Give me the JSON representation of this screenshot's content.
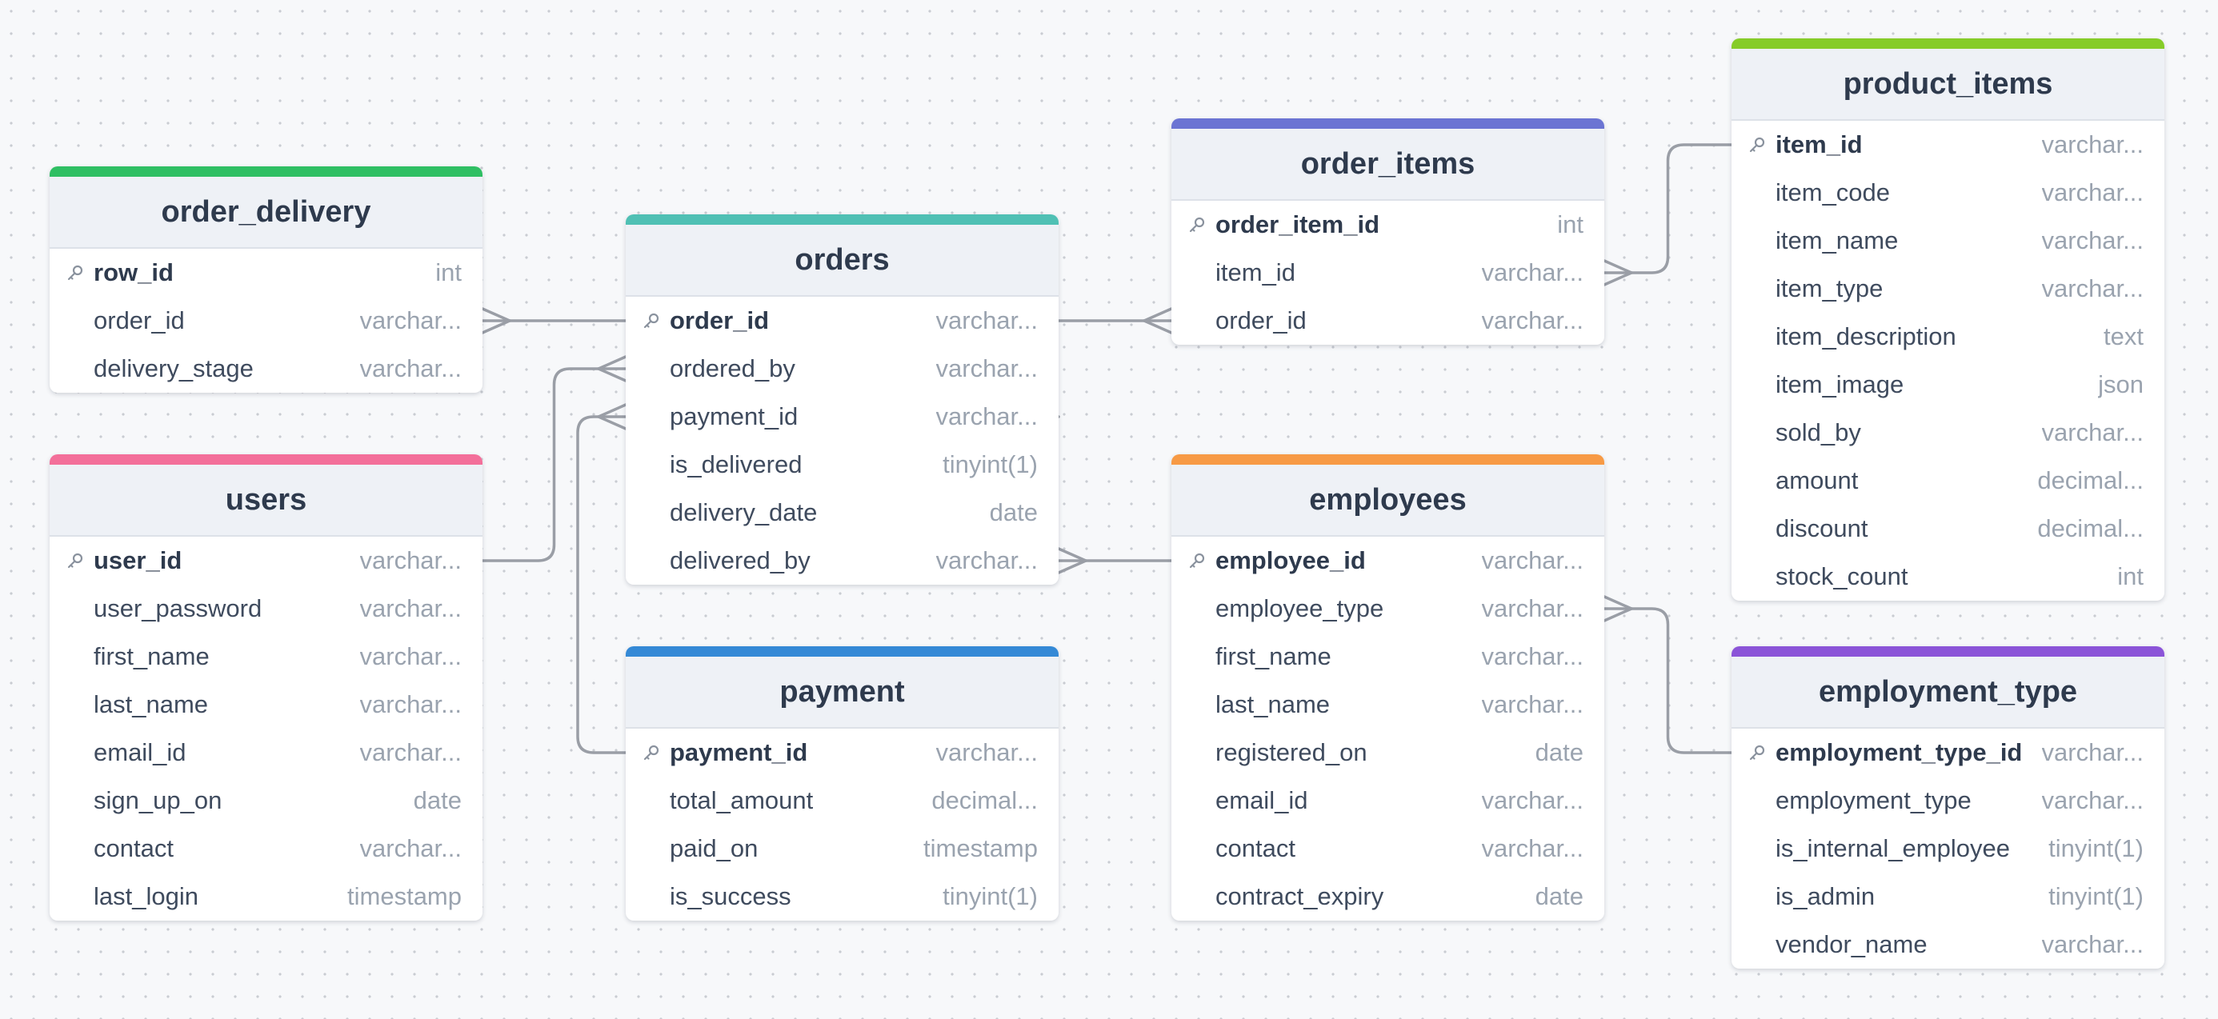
{
  "tables": [
    {
      "id": "order_delivery",
      "name": "order_delivery",
      "color": "#2fbf63",
      "columns": [
        {
          "name": "row_id",
          "type": "int",
          "pk": true
        },
        {
          "name": "order_id",
          "type": "varchar..."
        },
        {
          "name": "delivery_stage",
          "type": "varchar..."
        }
      ]
    },
    {
      "id": "users",
      "name": "users",
      "color": "#f36f9a",
      "columns": [
        {
          "name": "user_id",
          "type": "varchar...",
          "pk": true
        },
        {
          "name": "user_password",
          "type": "varchar..."
        },
        {
          "name": "first_name",
          "type": "varchar..."
        },
        {
          "name": "last_name",
          "type": "varchar..."
        },
        {
          "name": "email_id",
          "type": "varchar..."
        },
        {
          "name": "sign_up_on",
          "type": "date"
        },
        {
          "name": "contact",
          "type": "varchar..."
        },
        {
          "name": "last_login",
          "type": "timestamp"
        }
      ]
    },
    {
      "id": "orders",
      "name": "orders",
      "color": "#4fc0b4",
      "columns": [
        {
          "name": "order_id",
          "type": "varchar...",
          "pk": true
        },
        {
          "name": "ordered_by",
          "type": "varchar..."
        },
        {
          "name": "payment_id",
          "type": "varchar..."
        },
        {
          "name": "is_delivered",
          "type": "tinyint(1)"
        },
        {
          "name": "delivery_date",
          "type": "date"
        },
        {
          "name": "delivered_by",
          "type": "varchar..."
        }
      ]
    },
    {
      "id": "payment",
      "name": "payment",
      "color": "#3489d6",
      "columns": [
        {
          "name": "payment_id",
          "type": "varchar...",
          "pk": true
        },
        {
          "name": "total_amount",
          "type": "decimal..."
        },
        {
          "name": "paid_on",
          "type": "timestamp"
        },
        {
          "name": "is_success",
          "type": "tinyint(1)"
        }
      ]
    },
    {
      "id": "order_items",
      "name": "order_items",
      "color": "#6b74d3",
      "columns": [
        {
          "name": "order_item_id",
          "type": "int",
          "pk": true
        },
        {
          "name": "item_id",
          "type": "varchar..."
        },
        {
          "name": "order_id",
          "type": "varchar..."
        }
      ]
    },
    {
      "id": "employees",
      "name": "employees",
      "color": "#f79a45",
      "columns": [
        {
          "name": "employee_id",
          "type": "varchar...",
          "pk": true
        },
        {
          "name": "employee_type",
          "type": "varchar..."
        },
        {
          "name": "first_name",
          "type": "varchar..."
        },
        {
          "name": "last_name",
          "type": "varchar..."
        },
        {
          "name": "registered_on",
          "type": "date"
        },
        {
          "name": "email_id",
          "type": "varchar..."
        },
        {
          "name": "contact",
          "type": "varchar..."
        },
        {
          "name": "contract_expiry",
          "type": "date"
        }
      ]
    },
    {
      "id": "product_items",
      "name": "product_items",
      "color": "#86cc28",
      "columns": [
        {
          "name": "item_id",
          "type": "varchar...",
          "pk": true
        },
        {
          "name": "item_code",
          "type": "varchar..."
        },
        {
          "name": "item_name",
          "type": "varchar..."
        },
        {
          "name": "item_type",
          "type": "varchar..."
        },
        {
          "name": "item_description",
          "type": "text"
        },
        {
          "name": "item_image",
          "type": "json"
        },
        {
          "name": "sold_by",
          "type": "varchar..."
        },
        {
          "name": "amount",
          "type": "decimal..."
        },
        {
          "name": "discount",
          "type": "decimal..."
        },
        {
          "name": "stock_count",
          "type": "int"
        }
      ]
    },
    {
      "id": "employment_type",
      "name": "employment_type",
      "color": "#8b54d8",
      "columns": [
        {
          "name": "employment_type_id",
          "type": "varchar...",
          "pk": true
        },
        {
          "name": "employment_type",
          "type": "varchar..."
        },
        {
          "name": "is_internal_employee",
          "type": "tinyint(1)"
        },
        {
          "name": "is_admin",
          "type": "tinyint(1)"
        },
        {
          "name": "vendor_name",
          "type": "varchar..."
        }
      ]
    }
  ],
  "relationships": [
    {
      "from": "order_delivery.order_id",
      "to": "orders.order_id",
      "cardinality": "many-to-one"
    },
    {
      "from": "orders.ordered_by",
      "to": "users.user_id",
      "cardinality": "many-to-one"
    },
    {
      "from": "orders.payment_id",
      "to": "payment.payment_id",
      "cardinality": "many-to-one"
    },
    {
      "from": "order_items.order_id",
      "to": "orders.order_id",
      "cardinality": "many-to-one"
    },
    {
      "from": "order_items.item_id",
      "to": "product_items.item_id",
      "cardinality": "many-to-one"
    },
    {
      "from": "orders.delivered_by",
      "to": "employees.employee_id",
      "cardinality": "many-to-one"
    },
    {
      "from": "employees.employee_type",
      "to": "employment_type.employment_type_id",
      "cardinality": "many-to-one"
    }
  ],
  "colors": {
    "edge": "#9a9ea6",
    "key_icon": "#8a929e"
  }
}
